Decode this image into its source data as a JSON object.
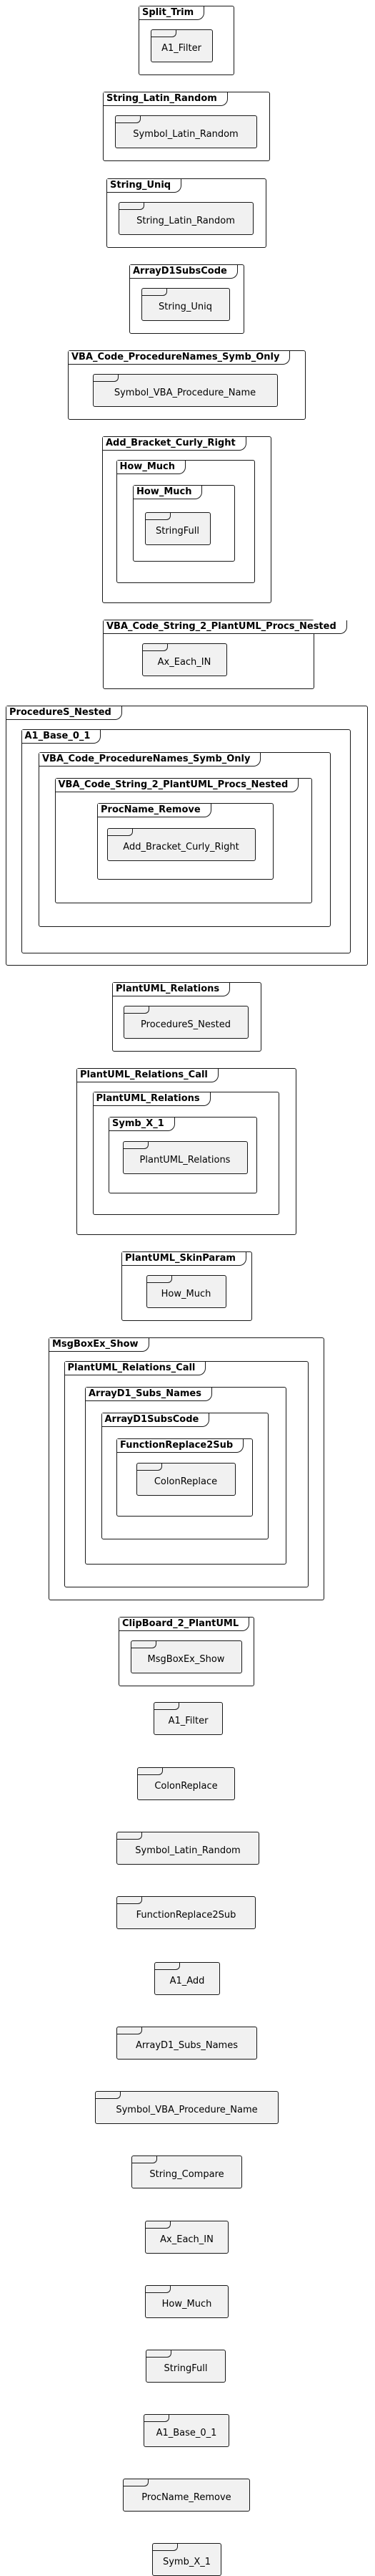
{
  "diagram": {
    "type": "plantuml-frame-diagram",
    "nodes": [
      {
        "label": "Split_Trim",
        "children": [
          {
            "label": "A1_Filter"
          }
        ]
      },
      {
        "label": "String_Latin_Random",
        "children": [
          {
            "label": "Symbol_Latin_Random"
          }
        ]
      },
      {
        "label": "String_Uniq",
        "children": [
          {
            "label": "String_Latin_Random"
          }
        ]
      },
      {
        "label": "ArrayD1SubsCode",
        "children": [
          {
            "label": "String_Uniq"
          }
        ]
      },
      {
        "label": "VBA_Code_ProcedureNames_Symb_Only",
        "children": [
          {
            "label": "Symbol_VBA_Procedure_Name"
          }
        ]
      },
      {
        "label": "Add_Bracket_Curly_Right",
        "children": [
          {
            "label": "How_Much",
            "children": [
              {
                "label": "How_Much",
                "children": [
                  {
                    "label": "StringFull"
                  }
                ]
              }
            ]
          }
        ]
      },
      {
        "label": "VBA_Code_String_2_PlantUML_Procs_Nested",
        "children": [
          {
            "label": "Ax_Each_IN"
          }
        ]
      },
      {
        "label": "ProcedureS_Nested",
        "children": [
          {
            "label": "A1_Base_0_1",
            "children": [
              {
                "label": "VBA_Code_ProcedureNames_Symb_Only",
                "children": [
                  {
                    "label": "VBA_Code_String_2_PlantUML_Procs_Nested",
                    "children": [
                      {
                        "label": "ProcName_Remove",
                        "children": [
                          {
                            "label": "Add_Bracket_Curly_Right"
                          }
                        ]
                      }
                    ]
                  }
                ]
              }
            ]
          }
        ]
      },
      {
        "label": "PlantUML_Relations",
        "children": [
          {
            "label": "ProcedureS_Nested"
          }
        ]
      },
      {
        "label": "PlantUML_Relations_Call",
        "children": [
          {
            "label": "PlantUML_Relations",
            "children": [
              {
                "label": "Symb_X_1",
                "children": [
                  {
                    "label": "PlantUML_Relations"
                  }
                ]
              }
            ]
          }
        ]
      },
      {
        "label": "PlantUML_SkinParam",
        "children": [
          {
            "label": "How_Much"
          }
        ]
      },
      {
        "label": "MsgBoxEx_Show",
        "children": [
          {
            "label": "PlantUML_Relations_Call",
            "children": [
              {
                "label": "ArrayD1_Subs_Names",
                "children": [
                  {
                    "label": "ArrayD1SubsCode",
                    "children": [
                      {
                        "label": "FunctionReplace2Sub",
                        "children": [
                          {
                            "label": "ColonReplace"
                          }
                        ]
                      }
                    ]
                  }
                ]
              }
            ]
          }
        ]
      },
      {
        "label": "ClipBoard_2_PlantUML",
        "children": [
          {
            "label": "MsgBoxEx_Show"
          }
        ]
      },
      {
        "label": "A1_Filter"
      },
      {
        "label": "ColonReplace"
      },
      {
        "label": "Symbol_Latin_Random"
      },
      {
        "label": "FunctionReplace2Sub"
      },
      {
        "label": "A1_Add"
      },
      {
        "label": "ArrayD1_Subs_Names"
      },
      {
        "label": "Symbol_VBA_Procedure_Name"
      },
      {
        "label": "String_Compare"
      },
      {
        "label": "Ax_Each_IN"
      },
      {
        "label": "How_Much"
      },
      {
        "label": "StringFull"
      },
      {
        "label": "A1_Base_0_1"
      },
      {
        "label": "ProcName_Remove"
      },
      {
        "label": "Symb_X_1"
      }
    ]
  }
}
